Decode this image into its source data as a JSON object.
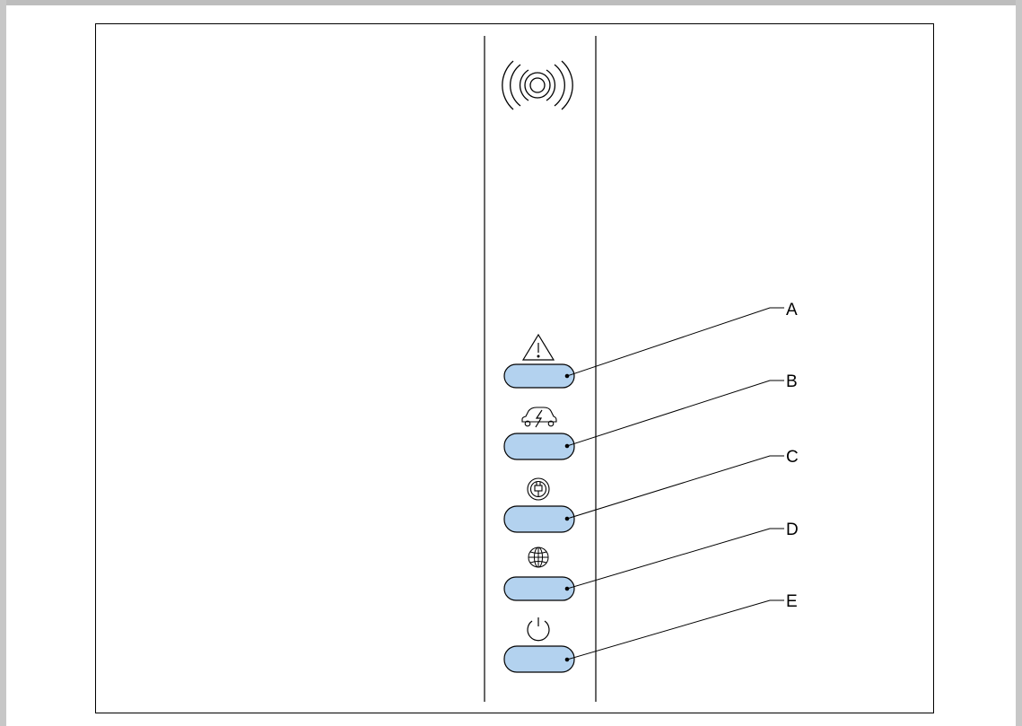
{
  "figure": {
    "title": "",
    "indicator_fill_color": "#b3d2ef",
    "indicators": [
      {
        "label": "A",
        "icon": "warning-triangle-icon"
      },
      {
        "label": "B",
        "icon": "vehicle-charging-icon"
      },
      {
        "label": "C",
        "icon": "plug-connected-icon"
      },
      {
        "label": "D",
        "icon": "globe-network-icon"
      },
      {
        "label": "E",
        "icon": "power-icon"
      }
    ],
    "top_icon": "rfid-reader-icon"
  }
}
